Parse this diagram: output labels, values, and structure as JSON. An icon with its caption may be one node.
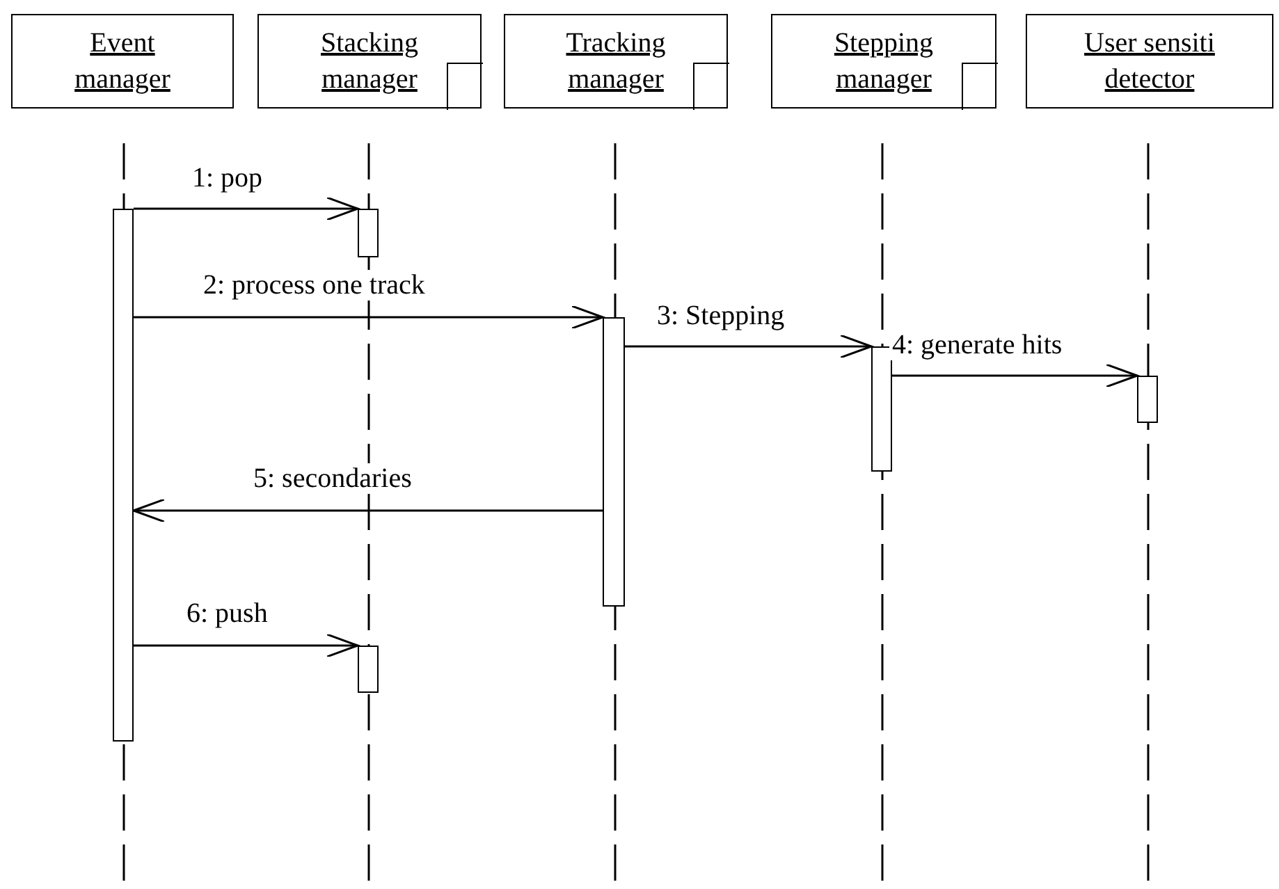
{
  "diagram": {
    "nodes": [
      {
        "text": [
          "Event manager"
        ]
      },
      {
        "text": [
          "Stacking manager"
        ]
      },
      {
        "text": [
          "Tracking manager"
        ]
      },
      {
        "text": [
          "Stepping manager"
        ]
      },
      {
        "text": [
          "User sensiti detector"
        ]
      },
      {
        "text": [],
        "shape": "bar"
      },
      {
        "text": [],
        "shape": "bar"
      },
      {
        "text": [],
        "shape": "bar"
      },
      {
        "text": [],
        "shape": "bar"
      },
      {
        "text": [],
        "shape": "bar"
      },
      {
        "text": [],
        "shape": "bar"
      }
    ],
    "edges": [
      {
        "from": 5,
        "to": 6,
        "arrow": "to",
        "label": "1: pop"
      },
      {
        "from": 5,
        "to": 7,
        "arrow": "to",
        "label": "2: process one track"
      },
      {
        "from": 7,
        "to": 8,
        "arrow": "to",
        "label": "3: Stepping"
      },
      {
        "from": 8,
        "to": 9,
        "arrow": "to",
        "label": "4: generate hits"
      },
      {
        "from": 7,
        "to": 5,
        "arrow": "to",
        "label": "5: secondaries"
      },
      {
        "from": 5,
        "to": 10,
        "arrow": "to",
        "label": "6: push"
      }
    ]
  }
}
